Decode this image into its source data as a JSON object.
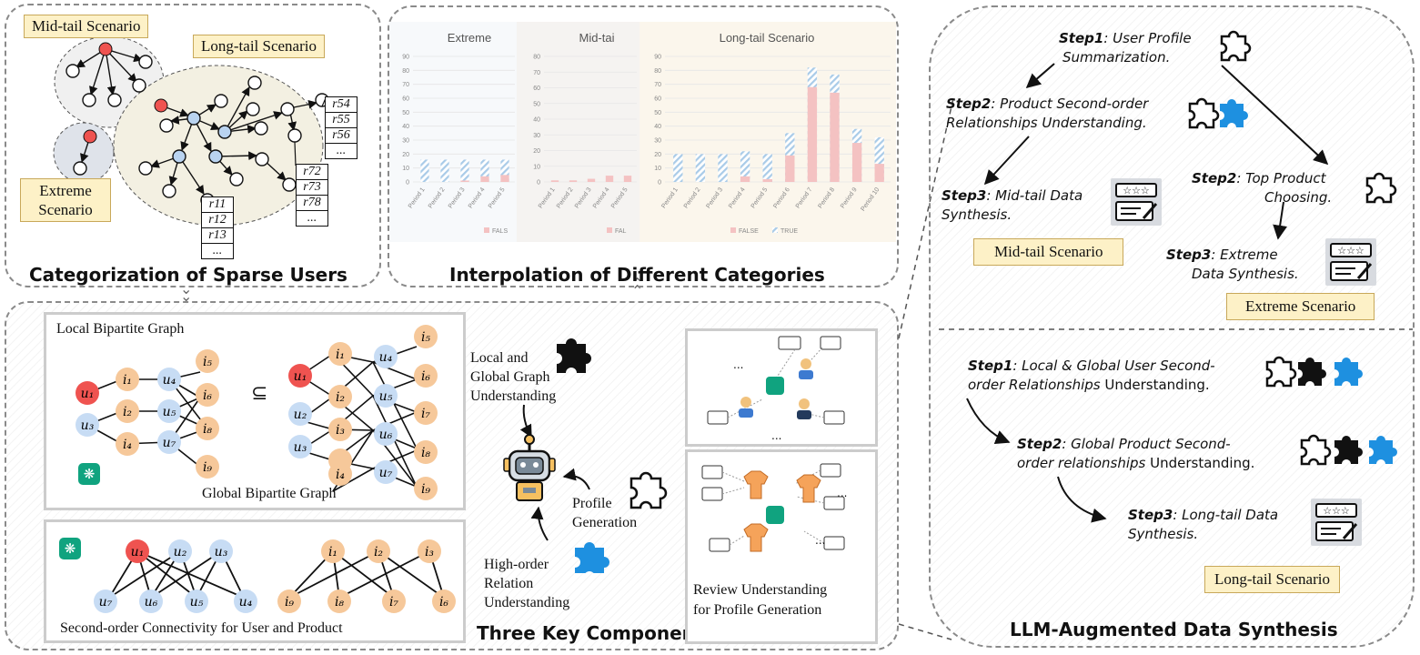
{
  "panels": {
    "top_left_title": "Categorization of Sparse Users",
    "top_mid_title": "Interpolation of Different Categories",
    "bottom_title": "Three Key Components",
    "right_title": "LLM-Augmented Data Synthesis"
  },
  "scenarios": {
    "mid_tail": "Mid-tail Scenario",
    "long_tail": "Long-tail Scenario",
    "extreme": "Extreme Scenario",
    "extreme_spaced": "Extreme  Scenario"
  },
  "matrix_labels": {
    "a": [
      "r54",
      "r55",
      "r56",
      "..."
    ],
    "b": [
      "r72",
      "r73",
      "r78",
      "..."
    ],
    "c": [
      "r11",
      "r12",
      "r13",
      "..."
    ]
  },
  "chart_data": [
    {
      "type": "bar",
      "title": "Extreme",
      "categories": [
        "Period 1",
        "Period 2",
        "Period 3",
        "Period 4",
        "Period 5"
      ],
      "series": [
        {
          "name": "FALSE",
          "values": [
            0,
            0,
            1,
            4,
            5
          ]
        },
        {
          "name": "TRUE",
          "values": [
            16,
            16,
            16,
            16,
            16
          ]
        }
      ],
      "ylim": [
        0,
        90
      ],
      "yticks": [
        0,
        10,
        20,
        30,
        40,
        50,
        60,
        70,
        80,
        90
      ],
      "legend": [
        "FALS"
      ],
      "colors": {
        "FALSE": "#f4c2c2",
        "TRUE": "#a9cbe8"
      }
    },
    {
      "type": "bar",
      "title": "Mid-tai",
      "categories": [
        "Period 1",
        "Period 2",
        "Period 3",
        "Period 4",
        "Period 5"
      ],
      "series": [
        {
          "name": "FALSE",
          "values": [
            1,
            1,
            2,
            4,
            4
          ]
        },
        {
          "name": "TRUE",
          "values": [
            0,
            0,
            0,
            0,
            0
          ]
        }
      ],
      "ylim": [
        0,
        80
      ],
      "yticks": [
        0,
        10,
        20,
        30,
        40,
        50,
        60,
        70,
        80
      ],
      "legend": [
        "FAL"
      ],
      "colors": {
        "FALSE": "#f4c2c2",
        "TRUE": "#a9cbe8"
      }
    },
    {
      "type": "bar",
      "title": "Long-tail Scenario",
      "categories": [
        "Period 1",
        "Period 2",
        "Period 3",
        "Period 4",
        "Period 5",
        "Period 6",
        "Period 7",
        "Period 8",
        "Period 9",
        "Period 10"
      ],
      "series": [
        {
          "name": "FALSE",
          "values": [
            0,
            0,
            0,
            4,
            2,
            19,
            68,
            64,
            28,
            13
          ]
        },
        {
          "name": "TRUE",
          "values": [
            20,
            20,
            20,
            22,
            20,
            35,
            82,
            77,
            38,
            32
          ]
        }
      ],
      "ylim": [
        0,
        90
      ],
      "yticks": [
        0,
        10,
        20,
        30,
        40,
        50,
        60,
        70,
        80,
        90
      ],
      "legend": [
        "FALSE",
        "TRUE"
      ],
      "colors": {
        "FALSE": "#f4c2c2",
        "TRUE": "#a9cbe8"
      }
    }
  ],
  "bottom": {
    "local_bipartite": "Local Bipartite Graph",
    "global_bipartite": "Global Bipartite Graph",
    "subset_symbol": "⊆",
    "second_order": "Second-order Connectivity for User and Product",
    "local_global_1": "Local and",
    "local_global_2": "Global Graph",
    "local_global_3": "Understanding",
    "profile_1": "Profile",
    "profile_2": "Generation",
    "high_order_1": "High-order",
    "high_order_2": "Relation",
    "high_order_3": "Understanding",
    "review_1": "Review Understanding",
    "review_2": "for Profile Generation",
    "ellipsis": "..."
  },
  "right_top": {
    "s1_bold": "Step1",
    "s1_text_a": ": User Profile",
    "s1_text_b": "Summarization.",
    "s2a_bold": "Step2",
    "s2a_text_a": ": Product Second-order",
    "s2a_text_b": "Relationships Understanding.",
    "s3a_bold": "Step3",
    "s3a_text_a": ": Mid-tail Data",
    "s3a_text_b": "Synthesis.",
    "s2b_bold": "Step2",
    "s2b_text_a": ": Top Product",
    "s2b_text_b": "Choosing.",
    "s3b_bold": "Step3",
    "s3b_text_a": ": Extreme",
    "s3b_text_b": "Data Synthesis."
  },
  "right_bottom": {
    "s1_bold": "Step1",
    "s1_text_a": ": Local & Global User Second-",
    "s1_text_b_it": "order Relationships",
    "s1_text_b": " Understanding.",
    "s2_bold": "Step2",
    "s2_text_a": ": Global Product Second-",
    "s2_text_b_it": "order relationships",
    "s2_text_b": " Understanding.",
    "s3_bold": "Step3",
    "s3_text_a": ": Long-tail Data",
    "s3_text_b": "Synthesis."
  },
  "icons": {
    "puzzle": "puzzle-icon",
    "robot": "robot-icon",
    "review": "review-card-icon",
    "gpt": "chatgpt-logo-icon",
    "tshirt": "tshirt-icon",
    "user": "user-avatar-icon"
  },
  "gpt_glyph": "❋"
}
